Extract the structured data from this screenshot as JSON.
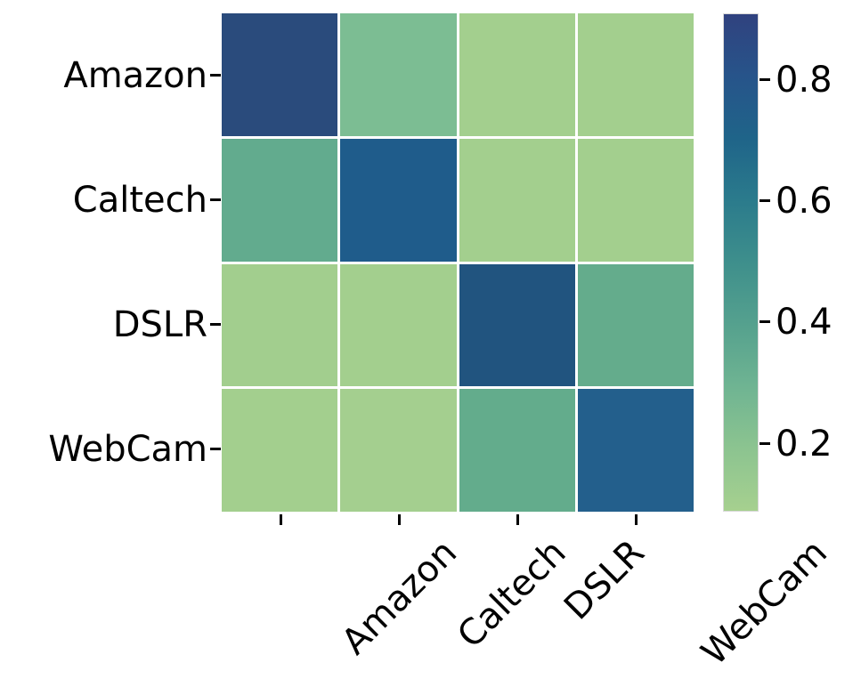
{
  "chart_data": {
    "type": "heatmap",
    "title": "",
    "xlabel": "",
    "ylabel": "",
    "row_labels": [
      "Amazon",
      "Caltech",
      "DSLR",
      "WebCam"
    ],
    "col_labels": [
      "Amazon",
      "Caltech",
      "DSLR",
      "WebCam"
    ],
    "values": [
      [
        0.88,
        0.28,
        0.13,
        0.13
      ],
      [
        0.38,
        0.72,
        0.15,
        0.15
      ],
      [
        0.16,
        0.16,
        0.78,
        0.37
      ],
      [
        0.15,
        0.15,
        0.37,
        0.7
      ]
    ],
    "cell_colors": [
      [
        "#2a4b7c",
        "#7cbd93",
        "#a3cf8e",
        "#a3cf8e"
      ],
      [
        "#62ab8e",
        "#1f5c8b",
        "#a3cf8e",
        "#a3cf8e"
      ],
      [
        "#a2ce8e",
        "#a3cf8e",
        "#21547f",
        "#64ac8c"
      ],
      [
        "#a3cf8e",
        "#a4cf8f",
        "#63ac8c",
        "#235f8c"
      ]
    ],
    "colorbar": {
      "ticks": [
        0.8,
        0.6,
        0.4,
        0.2
      ],
      "tick_labels": [
        "0.8",
        "0.6",
        "0.4",
        "0.2"
      ],
      "vmin": 0.1,
      "vmax": 0.92,
      "orientation": "vertical",
      "position": "right",
      "colormap": "crest",
      "stops": [
        "#30427f",
        "#27548a",
        "#1f6489",
        "#2b7b8c",
        "#3e8f8c",
        "#55a18e",
        "#6fb492",
        "#8cc490",
        "#a6d08f"
      ]
    },
    "grid": false,
    "cell_gap_color": "#ffffff",
    "background": "#ffffff",
    "text_color": "#000000",
    "xtick_rotation": -45
  },
  "axes": {
    "y_ticks": [
      {
        "label": "Amazon"
      },
      {
        "label": "Caltech"
      },
      {
        "label": "DSLR"
      },
      {
        "label": "WebCam"
      }
    ],
    "x_ticks": [
      {
        "label": "Amazon"
      },
      {
        "label": "Caltech"
      },
      {
        "label": "DSLR"
      },
      {
        "label": "WebCam"
      }
    ]
  }
}
